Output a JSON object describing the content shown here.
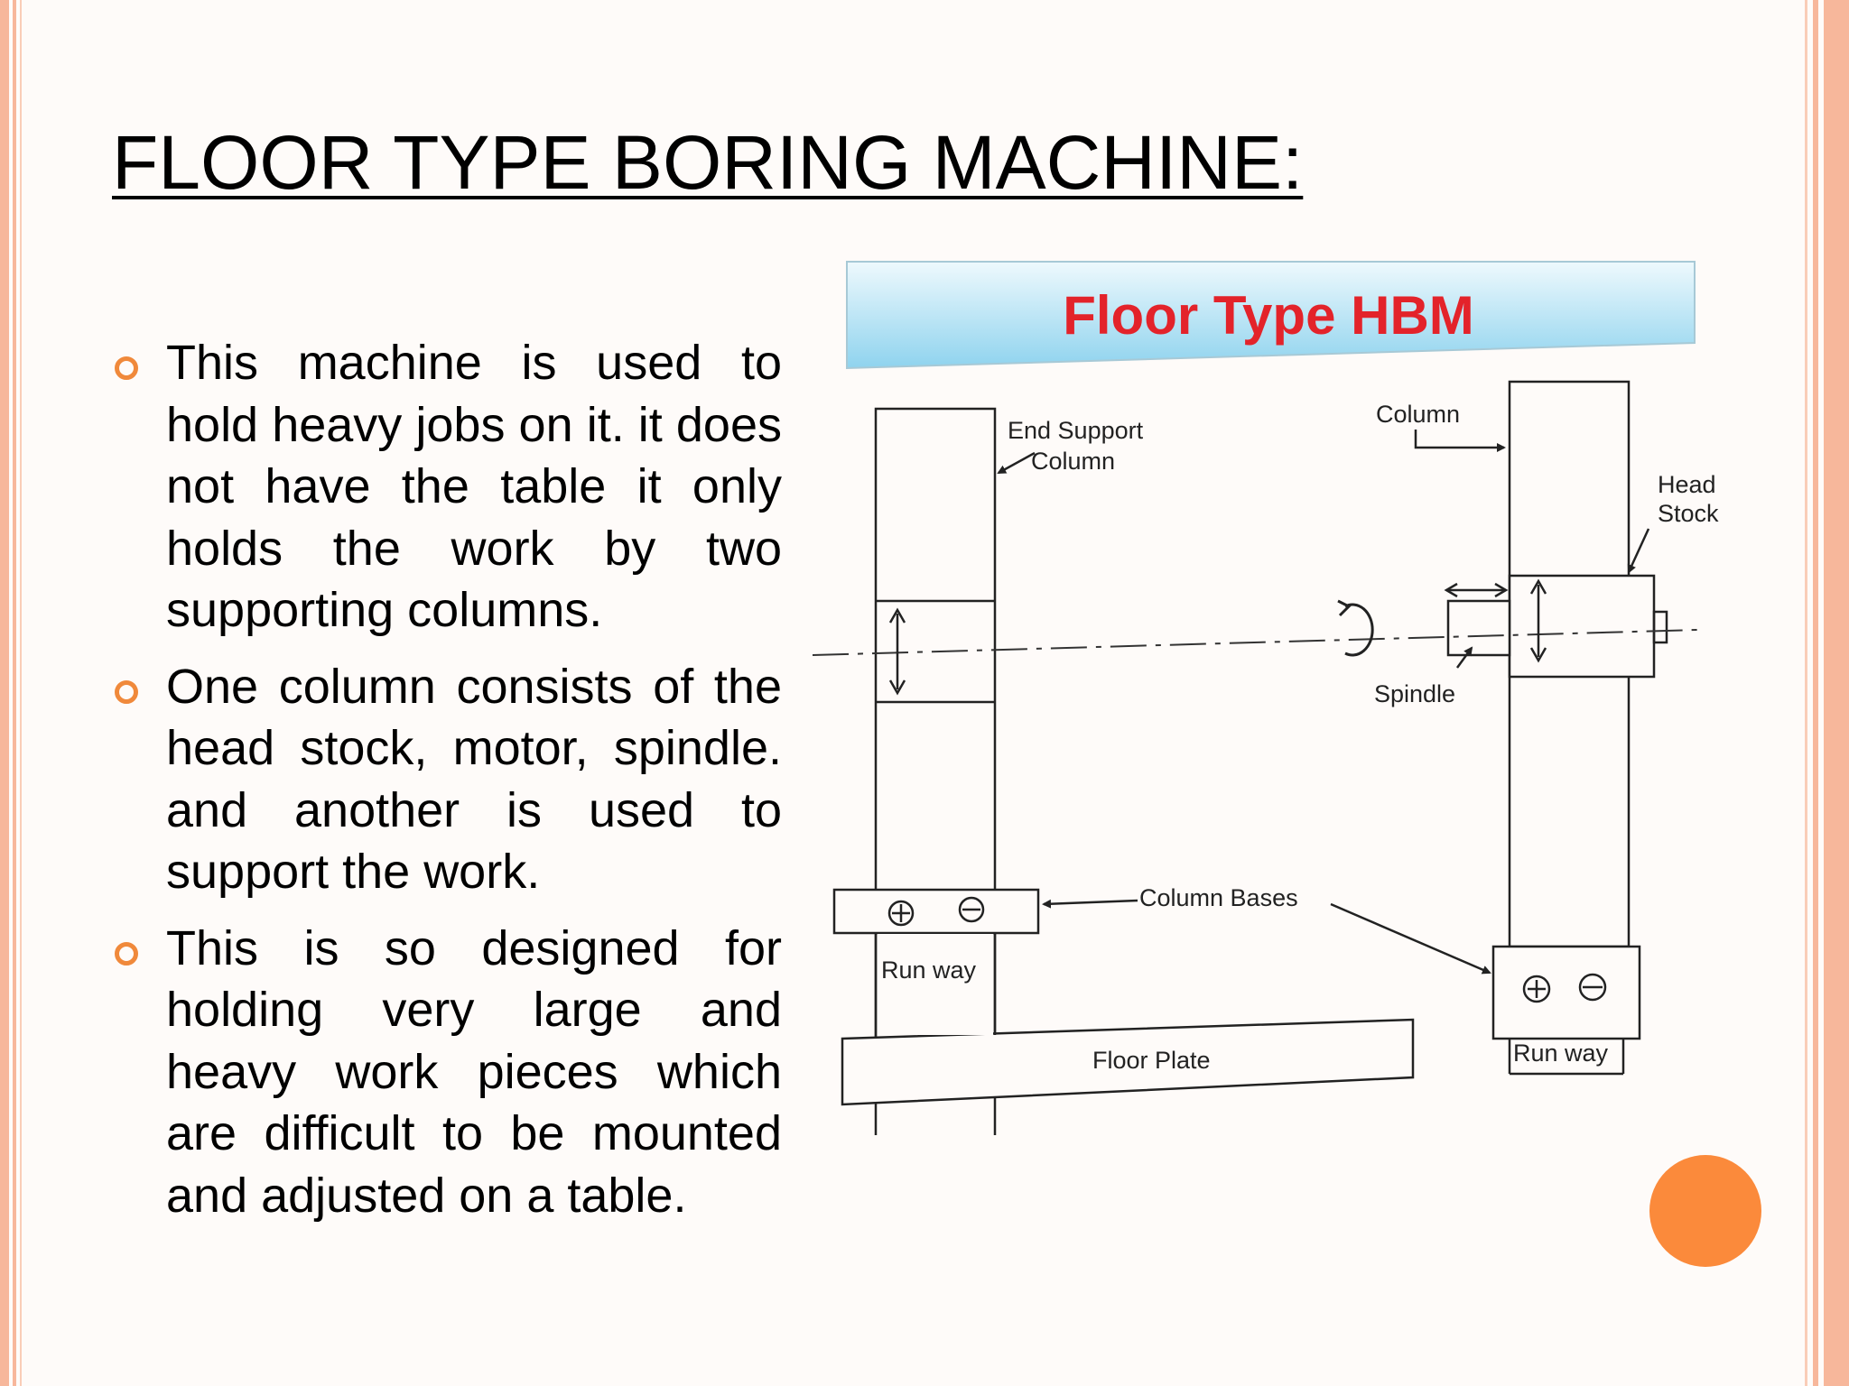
{
  "slide": {
    "title": "FLOOR TYPE BORING MACHINE:",
    "bullets": [
      "This machine is used to hold heavy jobs on it. it does not have the table it only holds the work by two supporting columns.",
      "One column consists of the head stock, motor, spindle. and another is used to support the work.",
      "This is so designed for holding very large and heavy work pieces which are difficult to be mounted and adjusted on a table."
    ]
  },
  "figure": {
    "banner": "Floor Type HBM",
    "labels": {
      "end_support_1": "End Support",
      "end_support_2": "Column",
      "column": "Column",
      "head_1": "Head",
      "head_2": "Stock",
      "spindle": "Spindle",
      "column_bases": "Column  Bases",
      "run_way_left": "Run  way",
      "run_way_right": "Run  way",
      "floor_plate": "Floor Plate"
    }
  },
  "colors": {
    "accent": "#fb8a3b",
    "bullet": "#f0893b",
    "border": "#f7b79b",
    "banner_top": "#eef9fd",
    "banner_bottom": "#8fd3ee",
    "banner_text": "#e3232a"
  }
}
